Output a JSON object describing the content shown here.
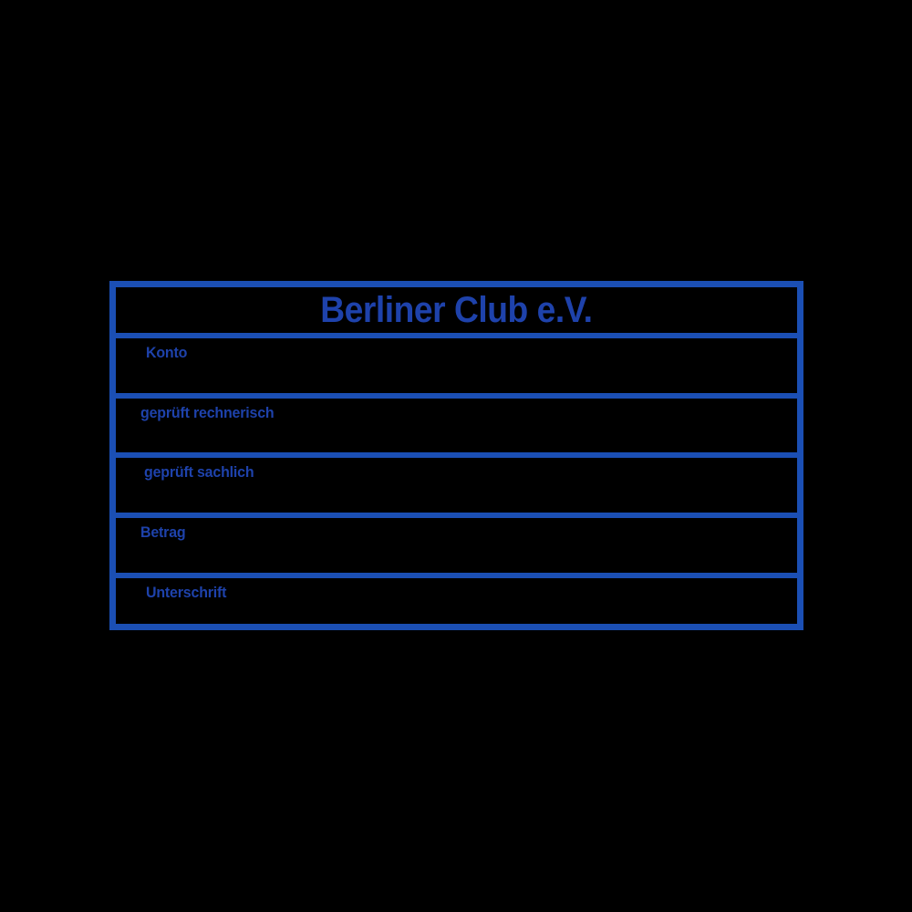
{
  "canvas": {
    "background_color": "#000000"
  },
  "stamp": {
    "border_color": "#1b4fb4",
    "text_color": "#1e42ab",
    "title": "Berliner Club e.V.",
    "rows": [
      {
        "label": "Konto"
      },
      {
        "label": "geprüft rechnerisch"
      },
      {
        "label": "geprüft sachlich"
      },
      {
        "label": "Betrag"
      },
      {
        "label": "Unterschrift"
      }
    ]
  }
}
